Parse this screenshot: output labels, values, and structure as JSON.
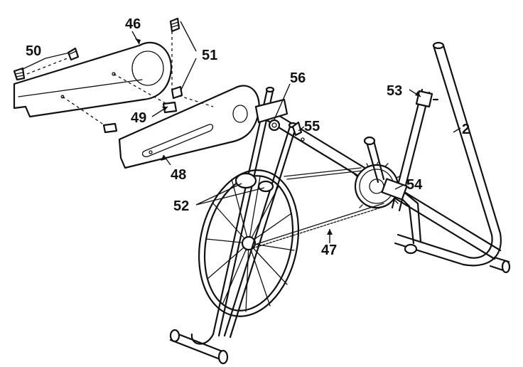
{
  "callouts": {
    "c2": "2",
    "c46": "46",
    "c47": "47",
    "c48": "48",
    "c49": "49",
    "c50": "50",
    "c51": "51",
    "c52": "52",
    "c53": "53",
    "c54": "54",
    "c55": "55",
    "c56": "56"
  }
}
